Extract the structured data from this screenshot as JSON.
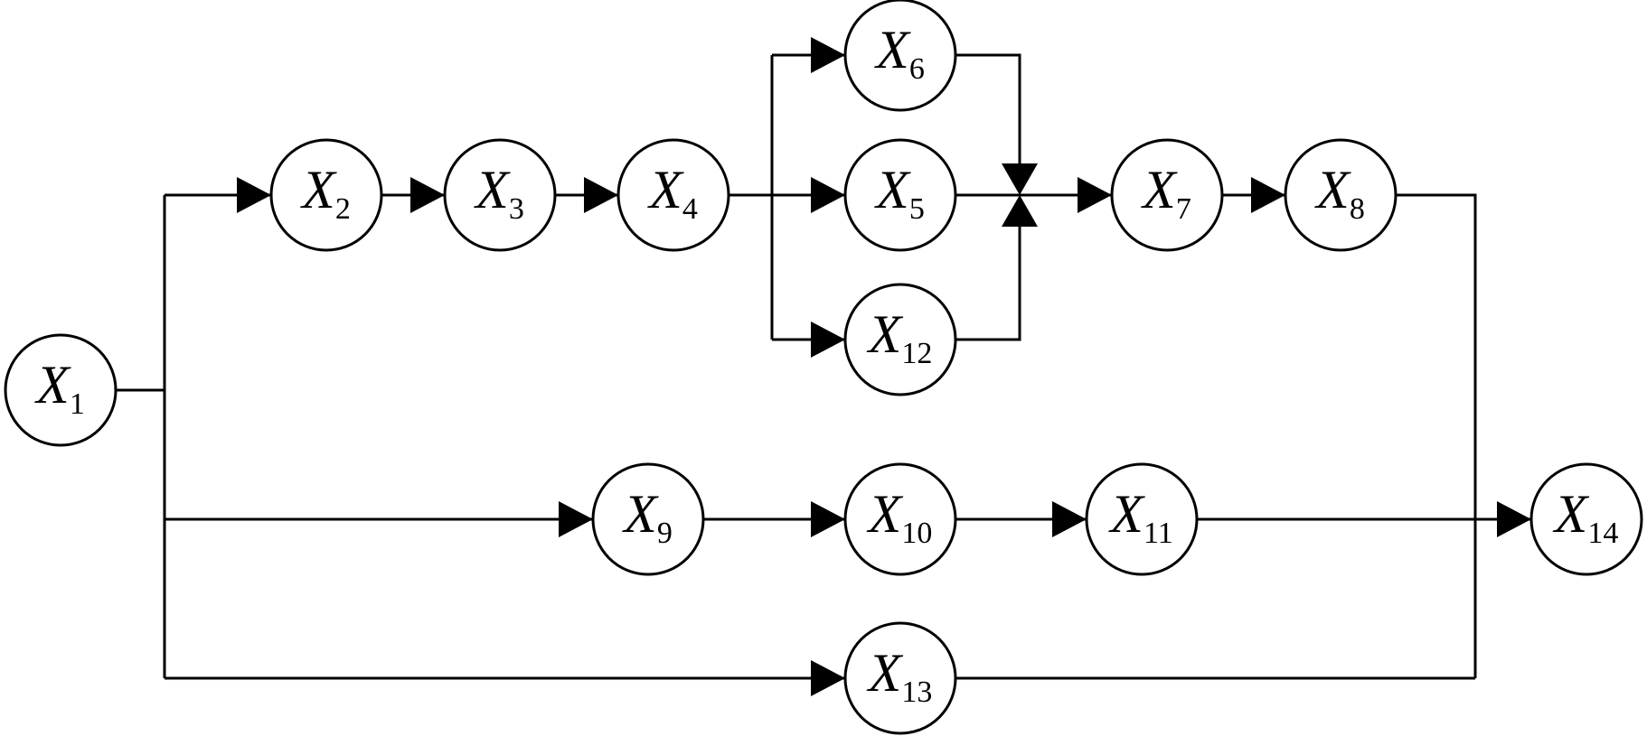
{
  "diagram": {
    "nodes": [
      {
        "id": "x1",
        "var": "X",
        "sub": "1"
      },
      {
        "id": "x2",
        "var": "X",
        "sub": "2"
      },
      {
        "id": "x3",
        "var": "X",
        "sub": "3"
      },
      {
        "id": "x4",
        "var": "X",
        "sub": "4"
      },
      {
        "id": "x5",
        "var": "X",
        "sub": "5"
      },
      {
        "id": "x6",
        "var": "X",
        "sub": "6"
      },
      {
        "id": "x7",
        "var": "X",
        "sub": "7"
      },
      {
        "id": "x8",
        "var": "X",
        "sub": "8"
      },
      {
        "id": "x9",
        "var": "X",
        "sub": "9"
      },
      {
        "id": "x10",
        "var": "X",
        "sub": "10"
      },
      {
        "id": "x11",
        "var": "X",
        "sub": "11"
      },
      {
        "id": "x12",
        "var": "X",
        "sub": "12"
      },
      {
        "id": "x13",
        "var": "X",
        "sub": "13"
      },
      {
        "id": "x14",
        "var": "X",
        "sub": "14"
      }
    ],
    "edges": [
      {
        "from": "x1",
        "to": "x2"
      },
      {
        "from": "x2",
        "to": "x3"
      },
      {
        "from": "x3",
        "to": "x4"
      },
      {
        "from": "x4",
        "to": "x5"
      },
      {
        "from": "x4",
        "to": "x6"
      },
      {
        "from": "x4",
        "to": "x12"
      },
      {
        "from": "x5",
        "to": "x7"
      },
      {
        "from": "x6",
        "to": "x7"
      },
      {
        "from": "x12",
        "to": "x7"
      },
      {
        "from": "x7",
        "to": "x8"
      },
      {
        "from": "x8",
        "to": "x14"
      },
      {
        "from": "x1",
        "to": "x9"
      },
      {
        "from": "x9",
        "to": "x10"
      },
      {
        "from": "x10",
        "to": "x11"
      },
      {
        "from": "x11",
        "to": "x14"
      },
      {
        "from": "x1",
        "to": "x13"
      },
      {
        "from": "x13",
        "to": "x14"
      }
    ],
    "colors": {
      "line": "#000000",
      "node_fill": "#ffffff"
    }
  }
}
